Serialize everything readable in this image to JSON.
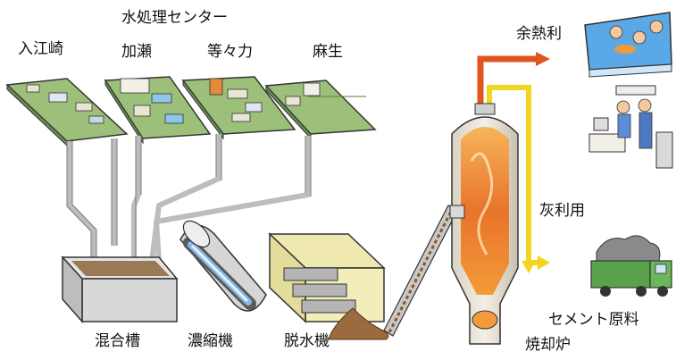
{
  "title": "水処理センター",
  "treatment_plants": [
    "入江崎",
    "加瀬",
    "等々力",
    "麻生"
  ],
  "process_steps": {
    "mixing_tank": "混合槽",
    "thickener": "濃縮機",
    "dewatering": "脱水機",
    "incinerator": "焼却炉"
  },
  "outputs": {
    "waste_heat": "余熱利",
    "ash_use": "灰利用",
    "cement": "セメント原料"
  },
  "colors": {
    "pipe": "#bfbfbf",
    "heat_arrow": "#e0541f",
    "ash_arrow": "#f2d51c",
    "furnace_fire": "#e8742a"
  }
}
